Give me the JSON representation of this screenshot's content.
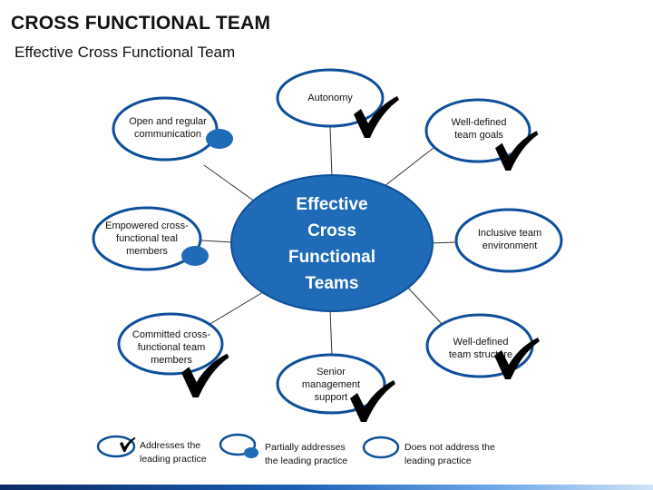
{
  "header": {
    "title": "CROSS FUNCTIONAL TEAM",
    "subtitle": "Effective Cross Functional Team"
  },
  "diagram": {
    "center": {
      "line1": "Effective",
      "line2": "Cross",
      "line3": "Functional",
      "line4": "Teams"
    },
    "nodes": {
      "autonomy": {
        "label": "Autonomy",
        "status": "addresses"
      },
      "goals": {
        "label": "Well-defined team goals",
        "status": "addresses"
      },
      "inclusive": {
        "label": "Inclusive team environment",
        "status": "does-not-address"
      },
      "structure": {
        "label": "Well-defined team structure",
        "status": "addresses"
      },
      "senior": {
        "label": "Senior management support",
        "status": "addresses"
      },
      "committed": {
        "label": "Committed cross-functional team members",
        "status": "addresses"
      },
      "empowered": {
        "label": "Empowered cross-functional teal members",
        "status": "partial"
      },
      "communication": {
        "label": "Open and regular communication",
        "status": "partial"
      }
    }
  },
  "legend": {
    "addresses": "Addresses the leading practice",
    "partial": "Partially addresses the leading practice",
    "none": "Does not address the leading practice"
  },
  "colors": {
    "accent": "#1f6bb8",
    "outline": "#0d4f9a",
    "connector": "#333333",
    "check": "#000000"
  }
}
